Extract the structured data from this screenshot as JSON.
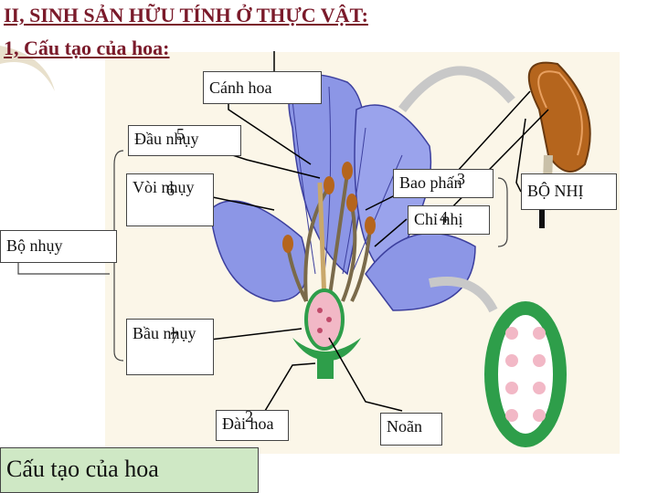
{
  "title": {
    "line1": "II, SINH SẢN HỮU TÍNH Ở THỰC VẬT:",
    "line2": "1, Cấu tạo của hoa:"
  },
  "labels": {
    "canh_hoa": "Cánh hoa",
    "dau_nhuy": "Đầu nhụy",
    "dau_nhuy_num": "5",
    "voi_nhuy": "Vòi nhụy",
    "voi_nhuy_num": "6",
    "bo_nhuy": "Bộ nhụy",
    "bau_nhuy": "Bầu nhụy",
    "bau_nhuy_num": "7",
    "dai_hoa": "Đài hoa",
    "dai_hoa_num": "2",
    "noan": "Noãn",
    "bao_phan": "Bao phấn",
    "bao_phan_num": "3",
    "chi_nhi": "Chỉ nhị",
    "chi_nhi_num": "4",
    "bo_nhi": "BỘ NHỊ"
  },
  "caption": "Cấu tạo của hoa",
  "colors": {
    "title": "#7a1a2a",
    "petal": "#8c96e6",
    "petal_vein": "#3c3f9e",
    "sepal": "#2e9e4a",
    "anther": "#b5651d",
    "ovule_pink": "#f2b8c6",
    "caption_bg": "#cfe8c5"
  }
}
